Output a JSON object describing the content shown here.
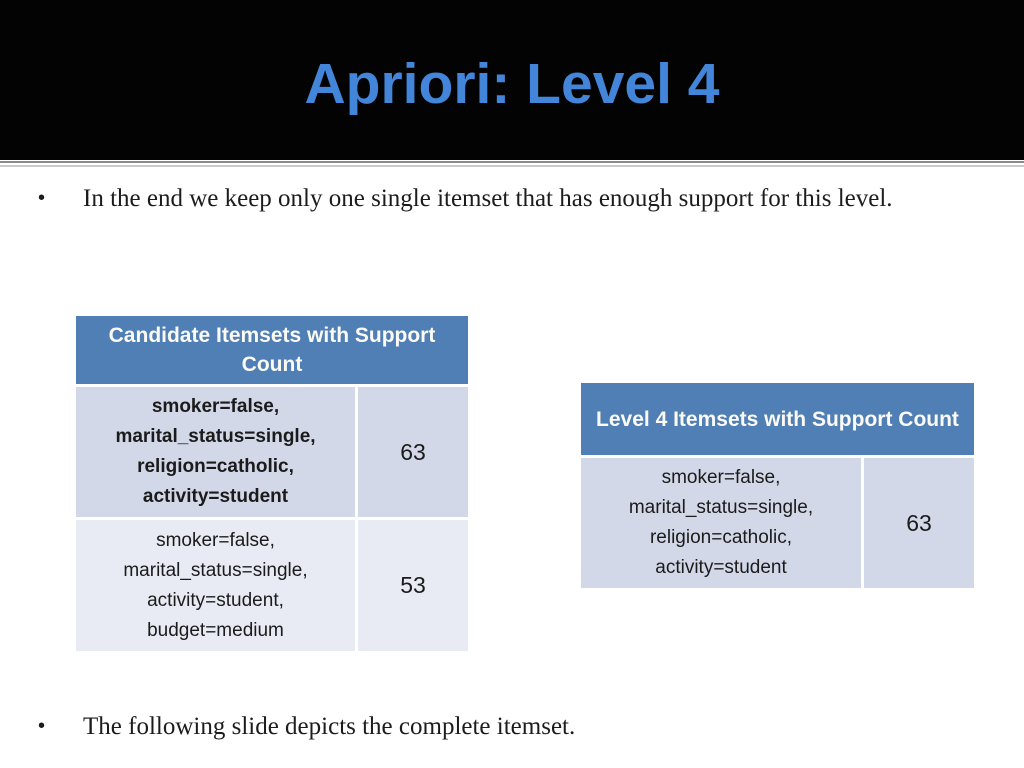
{
  "slide": {
    "title": "Apriori: Level 4",
    "bullet_glyph": "•",
    "bullet1": "In the end we keep only one single itemset that has enough support for this level.",
    "bullet2": "The following slide depicts the complete itemset."
  },
  "candidate_table": {
    "header": "Candidate Itemsets with Support Count",
    "rows": [
      {
        "itemset": "smoker=false, marital_status=single, religion=catholic, activity=student",
        "support": "63"
      },
      {
        "itemset": "smoker=false, marital_status=single, activity=student, budget=medium",
        "support": "53"
      }
    ]
  },
  "level4_table": {
    "header": "Level 4 Itemsets with Support Count",
    "rows": [
      {
        "itemset": "smoker=false, marital_status=single, religion=catholic, activity=student",
        "support": "63"
      }
    ]
  },
  "colors": {
    "title_text": "#4285d9",
    "title_band_bg": "#030303",
    "table_header_bg": "#507fb6",
    "table_header_text": "#fbfaf4",
    "row_dark_bg": "#d3d8e8",
    "row_light_bg": "#e9ebf4",
    "body_text": "#1b1b1b"
  }
}
